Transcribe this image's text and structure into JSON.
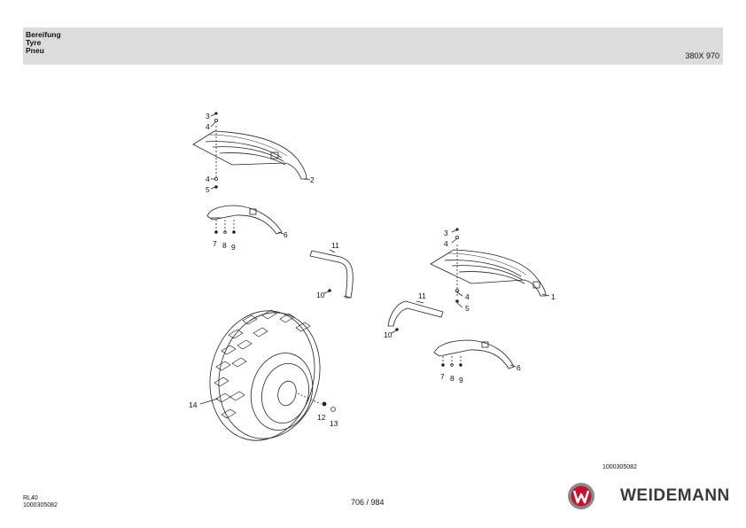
{
  "header": {
    "title_de": "Bereifung",
    "title_en": "Tyre",
    "title_fr": "Pneu",
    "model": "380X 970"
  },
  "callouts": {
    "c3a": "3",
    "c4a": "4",
    "c4b": "4",
    "c5a": "5",
    "c2": "2",
    "c6a": "6",
    "c7a": "7",
    "c8a": "8",
    "c9a": "9",
    "c11a": "11",
    "c10a": "10",
    "c3b": "3",
    "c4c": "4",
    "c4d": "4",
    "c5b": "5",
    "c1": "1",
    "c11b": "11",
    "c10b": "10",
    "c6b": "6",
    "c7b": "7",
    "c8b": "8",
    "c9b": "9",
    "c14": "14",
    "c12": "12",
    "c13": "13"
  },
  "document_number": "1000305082",
  "footer": {
    "model_code": "RL40",
    "doc_number": "1000305082",
    "page": "706 / 984",
    "brand": "WEIDEMANN"
  },
  "colors": {
    "header_bg": "#dcdcdc",
    "brand_red": "#c8102e",
    "brand_grey": "#3a3a3a"
  }
}
